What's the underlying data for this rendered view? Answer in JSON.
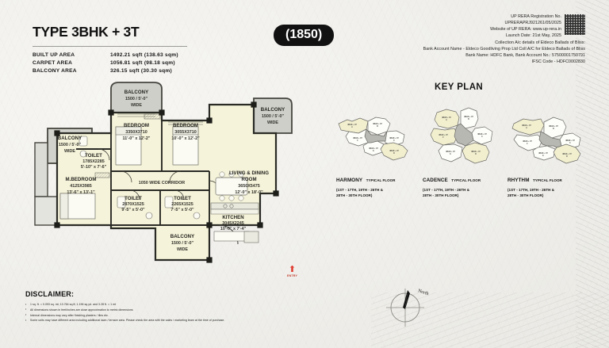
{
  "unit": {
    "type_title": "TYPE 3BHK + 3T",
    "badge": "(1850)",
    "areas": [
      {
        "label": "BUILT UP AREA",
        "value": "1492.21 sqft (138.63 sqm)"
      },
      {
        "label": "CARPET AREA",
        "value": "1056.81 sqft (98.18 sqm)"
      },
      {
        "label": "BALCONY AREA",
        "value": "326.15 sqft (30.30 sqm)"
      }
    ]
  },
  "rera": {
    "lines_top": [
      "UP RERA Registration No.",
      "UPRERAPRJ921261/05/2025",
      "Website of UP RERA: www.up-rera.in",
      "Launch Date: 21st May, 2025"
    ],
    "lines_bottom": [
      "Collection A/c details of Eldeco Ballads of Bliss:",
      "Bank Account Name - Eldeco Goodliving Prop Ltd Coll A/C for Eldeco Ballads of Bliss",
      "Bank Name: HDFC Bank, Bank Account No.: 57500001750791",
      "IFSC Code - HDFC0002830"
    ],
    "qr_icon": "qr-code-icon"
  },
  "key_plan": {
    "title": "KEY PLAN",
    "towers": [
      {
        "name": "HARMONY",
        "sub": "TYPICAL FLOOR",
        "floors_line1": "(1ST - 17TH, 19TH - 26TH &",
        "floors_line2": "28TH - 30TH FLOOR)",
        "highlight_index": 0
      },
      {
        "name": "CADENCE",
        "sub": "TYPICAL FLOOR",
        "floors_line1": "(1ST - 17TH, 19TH - 26TH &",
        "floors_line2": "28TH - 30TH FLOOR)",
        "highlight_index": 1
      },
      {
        "name": "RHYTHM",
        "sub": "TYPICAL FLOOR",
        "floors_line1": "(1ST - 17TH, 19TH - 26TH &",
        "floors_line2": "28TH - 30TH FLOOR)",
        "highlight_index": 2
      }
    ],
    "unit_tag": "3BHK + 3T"
  },
  "floor_plan": {
    "rooms": [
      {
        "id": "balcony-top",
        "name": "BALCONY",
        "dim_mm": "1500 / 5'-0\"",
        "extra": "WIDE"
      },
      {
        "id": "balcony-left",
        "name": "BALCONY",
        "dim_mm": "1500 / 5'-0\"",
        "extra": "WIDE"
      },
      {
        "id": "balcony-right",
        "name": "BALCONY",
        "dim_mm": "1500 / 5'-0\"",
        "extra": "WIDE"
      },
      {
        "id": "balcony-bottom",
        "name": "BALCONY",
        "dim_mm": "1500 / 5'-0\"",
        "extra": "WIDE"
      },
      {
        "id": "bedroom-1",
        "name": "BEDROOM",
        "dim_mm": "3350X3710",
        "dim_ft": "11'-0\" x 12'-2\""
      },
      {
        "id": "bedroom-2",
        "name": "BEDROOM",
        "dim_mm": "3055X3710",
        "dim_ft": "10'-0\" x 12'-2\""
      },
      {
        "id": "master-bedroom",
        "name": "M.BEDROOM",
        "dim_mm": "4125X3985",
        "dim_ft": "13'-6\" x 13'-1\""
      },
      {
        "id": "toilet-1",
        "name": "TOILET",
        "dim_mm": "1785X2285",
        "dim_ft": "5'-10\" x 7'-6\""
      },
      {
        "id": "toilet-2",
        "name": "TOILET",
        "dim_mm": "2870X1525",
        "dim_ft": "9'-5\" x 5'-0\""
      },
      {
        "id": "toilet-3",
        "name": "TOILET",
        "dim_mm": "2265X1525",
        "dim_ft": "7'-5\" x 5'-0\""
      },
      {
        "id": "living-dining",
        "name": "LIVING & DINING ROOM",
        "dim_mm": "3650X5475",
        "dim_ft": "12'-0\" x 18'-0\""
      },
      {
        "id": "kitchen",
        "name": "KITCHEN",
        "dim_mm": "3045X2245",
        "dim_ft": "10'-0\" x 7'-4\""
      }
    ],
    "corridor_label": "1050 WIDE CORRIDOR",
    "entry_label": "ENTRY",
    "entry_icon": "up-arrow-icon"
  },
  "compass": {
    "label": "North",
    "icon": "compass-icon"
  },
  "disclaimer": {
    "title": "DISCLAIMER:",
    "items": [
      "1 sq. ft. = 0.093 sq. mt; 10.764 sq.ft; 1.196 sq.yd. and 3.28 ft. = 1 mt",
      "All dimensions shown in feet/inches are close approximation to metric dimensions",
      "Internal dimensions may vary after finishing plasters / tiles etc.",
      "Some units may have different area including  additional lawn / terrace area. Please check the area with the sales / marketing team at the time of purchase."
    ]
  }
}
